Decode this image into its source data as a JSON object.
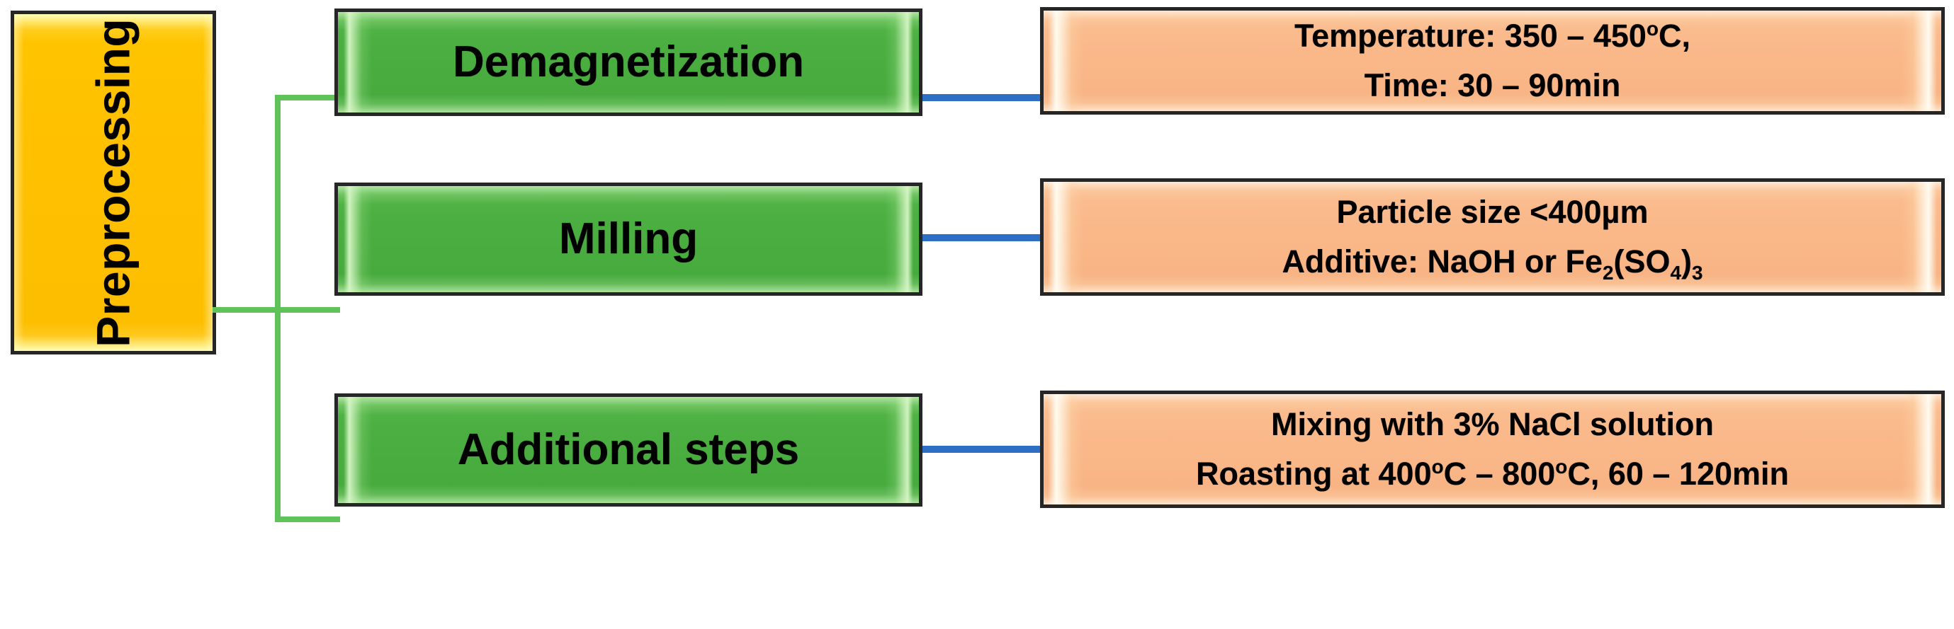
{
  "diagram": {
    "title": "Preprocessing",
    "root": {
      "label": "Preprocessing",
      "fill_color": "#FFC000",
      "border_color": "#262626",
      "orientation": "vertical-text"
    },
    "colors": {
      "root_fill": "#FFC000",
      "stage_fill": "#4CAF42",
      "detail_fill": "#FAB98A",
      "border": "#262626",
      "connector_green": "#5FC35A",
      "connector_blue": "#2C6FC4",
      "text": "#000000",
      "background": "#FFFFFF"
    },
    "rows": [
      {
        "stage": "Demagnetization",
        "detail_lines": [
          {
            "pre": "Temperature: 350 – 450",
            "sup": "o",
            "post": "C,"
          },
          {
            "pre": "Time: 30 – 90min",
            "sup": "",
            "post": ""
          }
        ],
        "detail_plain": "Temperature: 350 – 450oC, Time: 30 – 90min"
      },
      {
        "stage": "Milling",
        "detail_lines": [
          {
            "pre": "Particle size <400µm",
            "sup": "",
            "post": ""
          },
          {
            "pre": "Additive: NaOH or Fe",
            "sub1": "2",
            "mid": "(SO",
            "sub2": "4",
            "mid2": ")",
            "sub3": "3"
          }
        ],
        "detail_plain": "Particle size <400µm Additive: NaOH or Fe2(SO4)3"
      },
      {
        "stage": "Additional steps",
        "detail_lines": [
          {
            "pre": "Mixing with 3% NaCl solution",
            "sup": "",
            "post": ""
          },
          {
            "pre": "Roasting at 400",
            "sup": "o",
            "mid": "C – 800",
            "sup2": "o",
            "post": "C, 60 – 120min"
          }
        ],
        "detail_plain": "Mixing with 3% NaCl solution Roasting at 400oC – 800oC, 60 – 120min"
      }
    ],
    "connectors": {
      "tree_color": "#5FC35A",
      "link_color": "#2C6FC4",
      "count_green_branches": 3,
      "count_blue_links": 3
    }
  }
}
